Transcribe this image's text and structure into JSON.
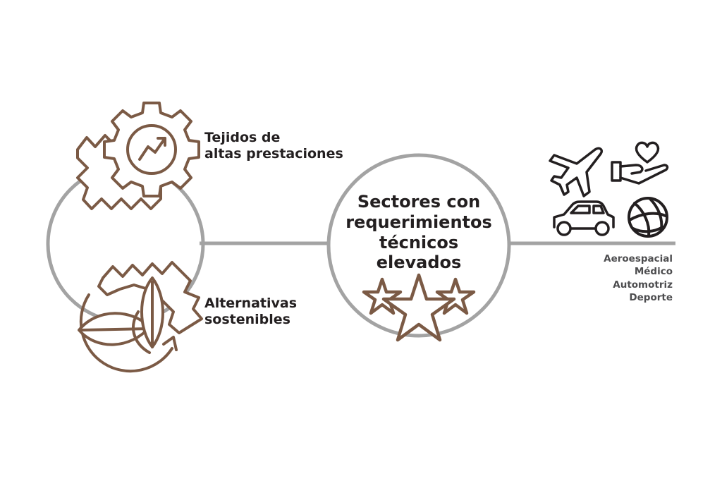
{
  "colors": {
    "brown": "#7b5a45",
    "gray": "#a3a3a3",
    "dark": "#231f20",
    "text_gray": "#4d4d4f"
  },
  "nodes": {
    "top_left": {
      "line1": "Tejidos de",
      "line2": "altas prestaciones",
      "icon": "textile-gear-growth-icon"
    },
    "bottom_left": {
      "line1": "Alternativas",
      "line2": "sostenibles",
      "icon": "leaf-cycle-gear-icon"
    },
    "center": {
      "line1": "Sectores con",
      "line2": "requerimientos",
      "line3": "técnicos",
      "line4": "elevados",
      "icon": "three-stars-icon"
    }
  },
  "sectors": {
    "icons": [
      "airplane-icon",
      "hand-heart-icon",
      "car-icon",
      "ball-icon"
    ],
    "items": [
      "Aeroespacial",
      "Médico",
      "Automotriz",
      "Deporte"
    ]
  }
}
